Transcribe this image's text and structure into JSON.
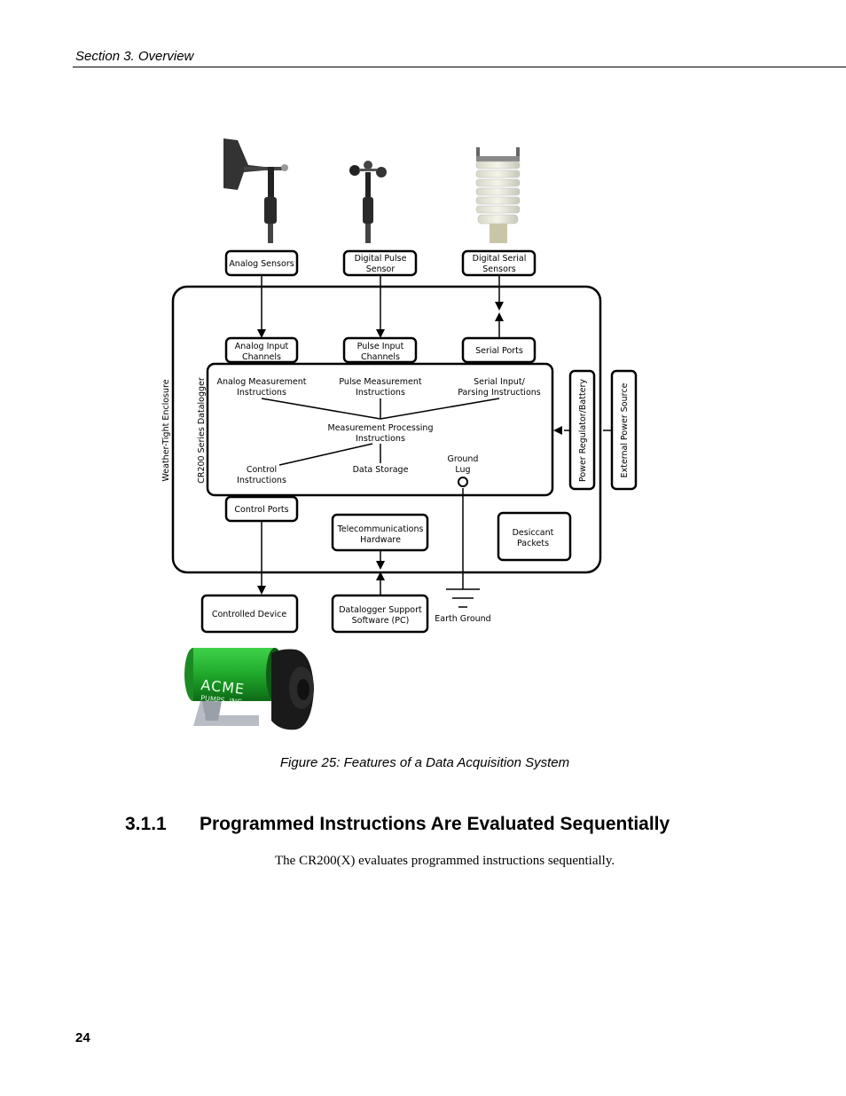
{
  "header": {
    "section": "Section 3.  Overview"
  },
  "figure": {
    "caption": "Figure 25: Features of a Data Acquisition System",
    "labels": {
      "analog_sensors": "Analog Sensors",
      "digital_pulse_l1": "Digital Pulse",
      "digital_pulse_l2": "Sensor",
      "digital_serial_l1": "Digital Serial",
      "digital_serial_l2": "Sensors",
      "analog_input_l1": "Analog Input",
      "analog_input_l2": "Channels",
      "pulse_input_l1": "Pulse Input",
      "pulse_input_l2": "Channels",
      "serial_ports": "Serial Ports",
      "analog_meas_l1": "Analog Measurement",
      "analog_meas_l2": "Instructions",
      "pulse_meas_l1": "Pulse Measurement",
      "pulse_meas_l2": "Instructions",
      "serial_input_l1": "Serial Input/",
      "serial_input_l2": "Parsing Instructions",
      "meas_proc_l1": "Measurement Processing",
      "meas_proc_l2": "Instructions",
      "control_instr_l1": "Control",
      "control_instr_l2": "Instructions",
      "data_storage": "Data Storage",
      "ground_lug_l1": "Ground",
      "ground_lug_l2": "Lug",
      "control_ports": "Control Ports",
      "telecom_l1": "Telecommunications",
      "telecom_l2": "Hardware",
      "desiccant_l1": "Desiccant",
      "desiccant_l2": "Packets",
      "controlled_device": "Controlled Device",
      "dl_support_l1": "Datalogger Support",
      "dl_support_l2": "Software (PC)",
      "earth_ground": "Earth Ground",
      "power_regulator": "Power Regulator/Battery",
      "external_power": "External Power Source",
      "enclosure": "Weather-Tight Enclosure",
      "datalogger": "CR200 Series Datalogger",
      "pump_brand": "ACME",
      "pump_sub": "PUMPS, INC."
    }
  },
  "section": {
    "number": "3.1.1",
    "title": "Programmed Instructions Are Evaluated Sequentially"
  },
  "body": {
    "paragraph": "The CR200(X) evaluates programmed instructions sequentially."
  },
  "page": {
    "number": "24"
  }
}
